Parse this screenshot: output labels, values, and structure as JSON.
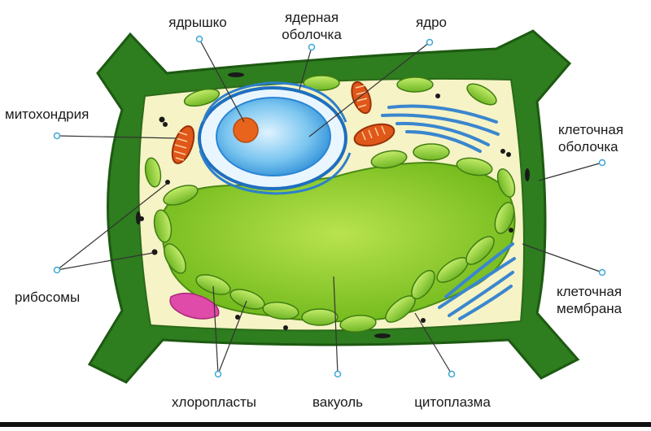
{
  "labels": {
    "nucleolus": "ядрышко",
    "nuclear_envelope_1": "ядерная",
    "nuclear_envelope_2": "оболочка",
    "nucleus": "ядро",
    "mitochondria": "митохондрия",
    "cell_wall_1": "клеточная",
    "cell_wall_2": "оболочка",
    "ribosomes": "рибосомы",
    "cell_membrane_1": "клеточная",
    "cell_membrane_2": "мембрана",
    "chloroplasts": "хлоропласты",
    "vacuole": "вакуоль",
    "cytoplasm": "цитоплазма"
  },
  "colors": {
    "cell_wall": "#2e7d1f",
    "cell_wall_dark": "#1f5e14",
    "cytoplasm": "#f6f3c6",
    "vacuole": "#7cc420",
    "vacuole_light": "#b4e048",
    "chloroplast": "#8fcf3a",
    "nucleus": "#2f9be0",
    "nucleolus": "#e8641c",
    "mitochondria": "#e0571a",
    "er": "#3a86cf",
    "pointer": "#3aa7d6",
    "dot": "#1a1a1a",
    "golgi": "#e04aa8"
  }
}
